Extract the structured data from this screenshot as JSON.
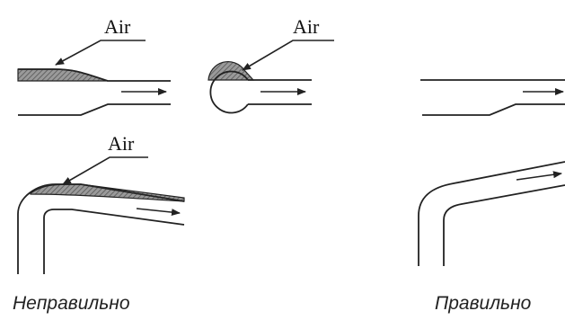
{
  "labels": {
    "air_1": "Air",
    "air_2": "Air",
    "air_3": "Air"
  },
  "captions": {
    "incorrect": "Неправильно",
    "correct": "Правильно"
  },
  "colors": {
    "line": "#222222",
    "air_pocket": "#8a8a8a"
  }
}
